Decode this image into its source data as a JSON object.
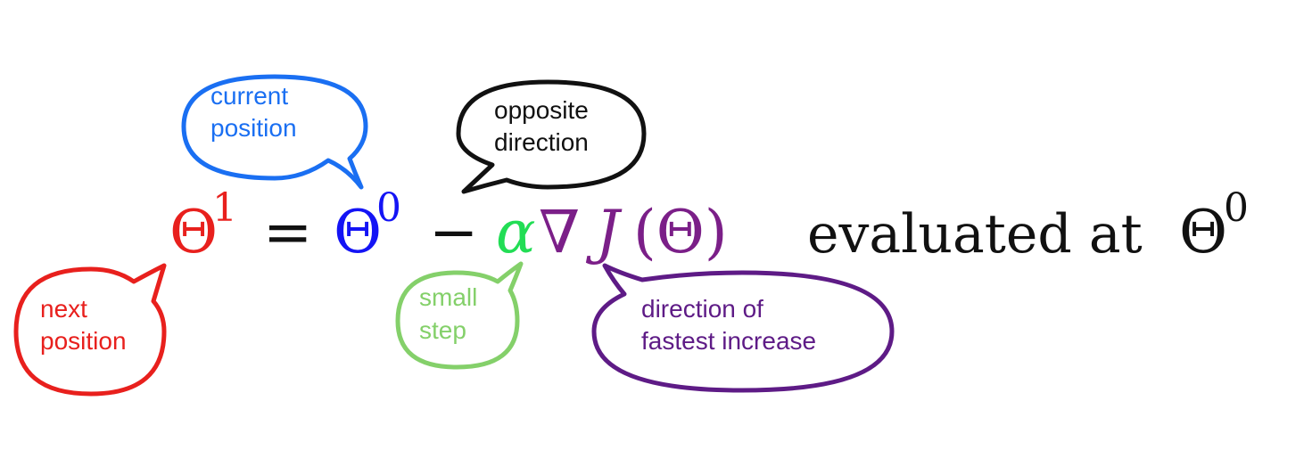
{
  "colors": {
    "red": "#e8201d",
    "blue": "#1a6ff2",
    "equation_blue": "#1414f5",
    "black": "#111111",
    "green": "#84d06a",
    "equation_green": "#22dd55",
    "purple": "#5e1b86",
    "equation_purple": "#7b1f88"
  },
  "equation": {
    "lhs_symbol": "Θ",
    "lhs_superscript": "1",
    "equals": "=",
    "current_symbol": "Θ",
    "current_superscript": "0",
    "minus": "−",
    "alpha": "α",
    "gradient": "∇",
    "function_name": "J",
    "function_arg": "(Θ)",
    "evaluated_text": "evaluated at",
    "evaluated_symbol": "Θ",
    "evaluated_superscript": "0"
  },
  "callouts": {
    "current_position": {
      "line1": "current",
      "line2": "position",
      "icon": "speech-bubble"
    },
    "opposite_direction": {
      "line1": "opposite",
      "line2": "direction",
      "icon": "speech-bubble"
    },
    "next_position": {
      "line1": "next",
      "line2": "position",
      "icon": "speech-bubble"
    },
    "small_step": {
      "line1": "small",
      "line2": "step",
      "icon": "speech-bubble"
    },
    "fastest_increase": {
      "line1": "direction of",
      "line2": "fastest increase",
      "icon": "speech-bubble"
    }
  }
}
